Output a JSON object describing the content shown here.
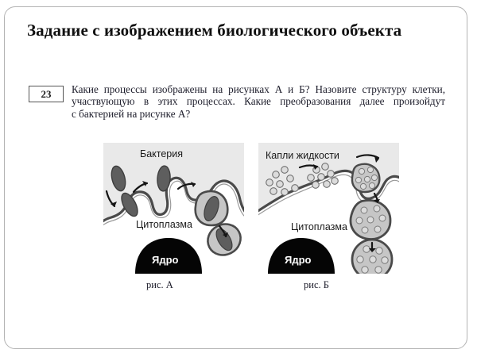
{
  "slide": {
    "title": "Задание с изображением биологического объекта"
  },
  "task": {
    "number": "23",
    "line1": "Какие процессы изображены на рисунках А и Б? Назовите структуру клетки,",
    "line2": "участвующую в этих процессах. Какие преобразования далее произойдут",
    "line3": "с бактерией на рисунке А?"
  },
  "figures": {
    "panel_a": {
      "label_top": "Бактерия",
      "label_cytoplasm": "Цитоплазма",
      "label_nucleus": "Ядро",
      "caption": "рис. А"
    },
    "panel_b": {
      "label_top": "Капли жидкости",
      "label_cytoplasm": "Цитоплазма",
      "label_nucleus": "Ядро",
      "caption": "рис. Б"
    }
  },
  "colors": {
    "frame_border": "#b3b3b3",
    "panel_background": "#e9e9e9",
    "cell_interior": "#ffffff",
    "membrane_stroke": "#4a4a4a",
    "membrane_fill": "#b9b9b9",
    "bacteria_fill": "#5e5e5e",
    "vesicle_fill": "#c6c6c6",
    "droplet_fill": "#dcdcdc",
    "nucleus_fill": "#050505",
    "nucleus_text": "#ffffff",
    "text": "#1c1c2a",
    "title": "#101010"
  }
}
